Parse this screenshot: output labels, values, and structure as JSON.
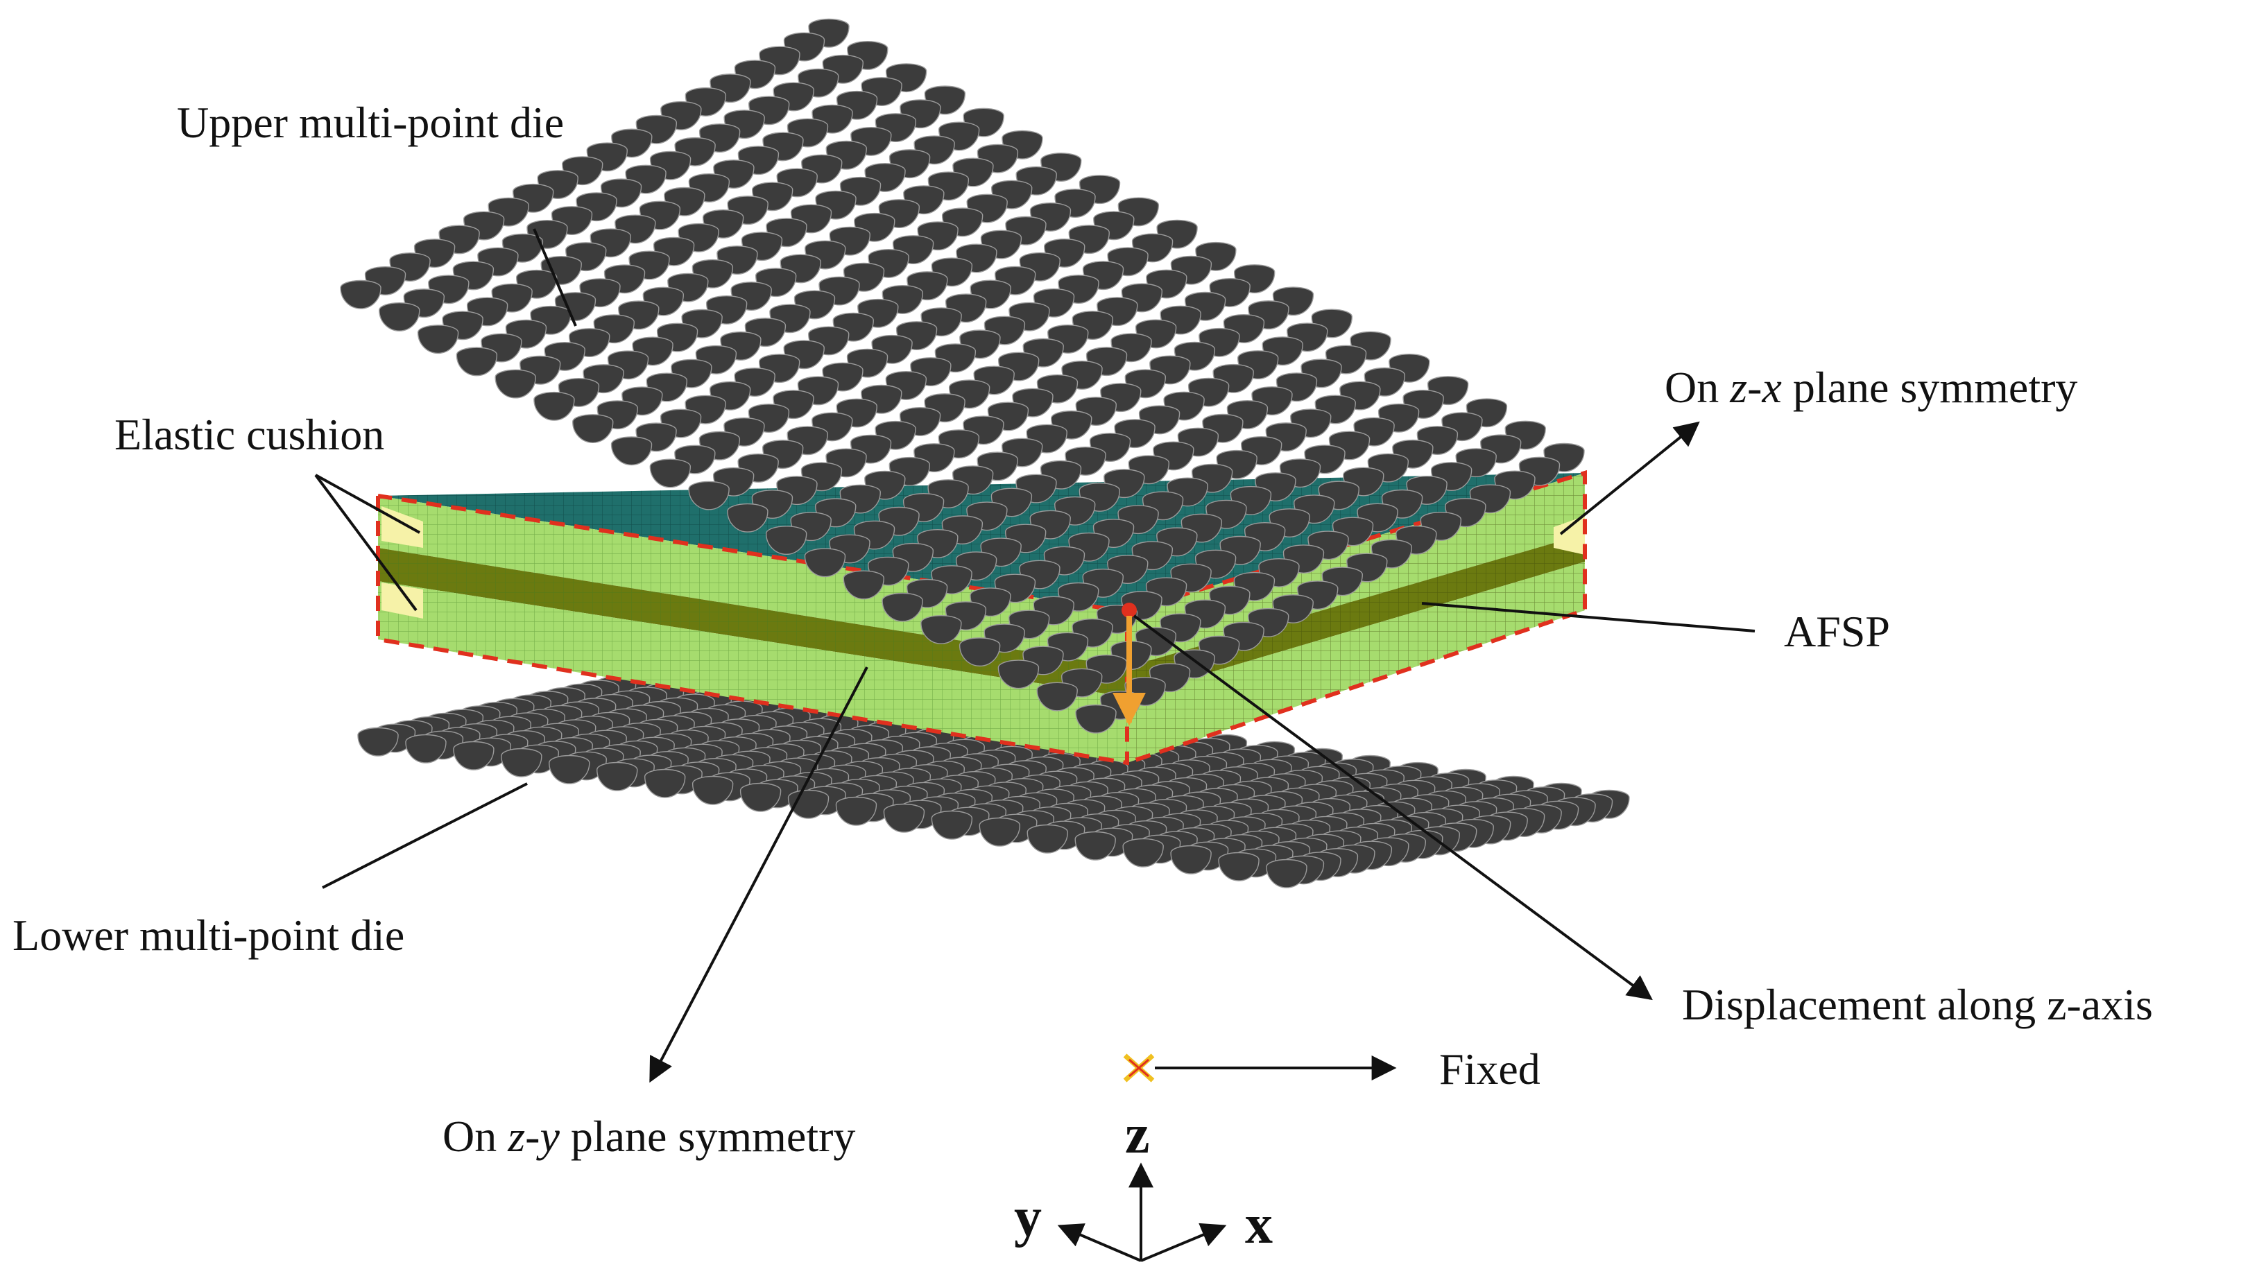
{
  "labels": {
    "upper_die": "Upper multi-point die",
    "elastic_cushion": "Elastic cushion",
    "zx_prefix": "On ",
    "zx_axis": "z-x",
    "zx_suffix": " plane symmetry",
    "afsp": "AFSP",
    "lower_die": "Lower multi-point die",
    "displacement": "Displacement along z-axis",
    "fixed": "Fixed",
    "zy_prefix": "On ",
    "zy_axis": "z-y",
    "zy_suffix": " plane symmetry"
  },
  "axes": {
    "z": "z",
    "y": "y",
    "x": "x"
  },
  "colors": {
    "pin": "#3c3c3c",
    "pin_highlight": "#9a9a9a",
    "cushion": "#a6dc6e",
    "afsp": "#6b7a10",
    "sheet_top": "#1f6f6b",
    "symmetry_dash": "#e0301e",
    "load_arrow": "#f0a030",
    "fixed_marker": "#f0c020"
  }
}
